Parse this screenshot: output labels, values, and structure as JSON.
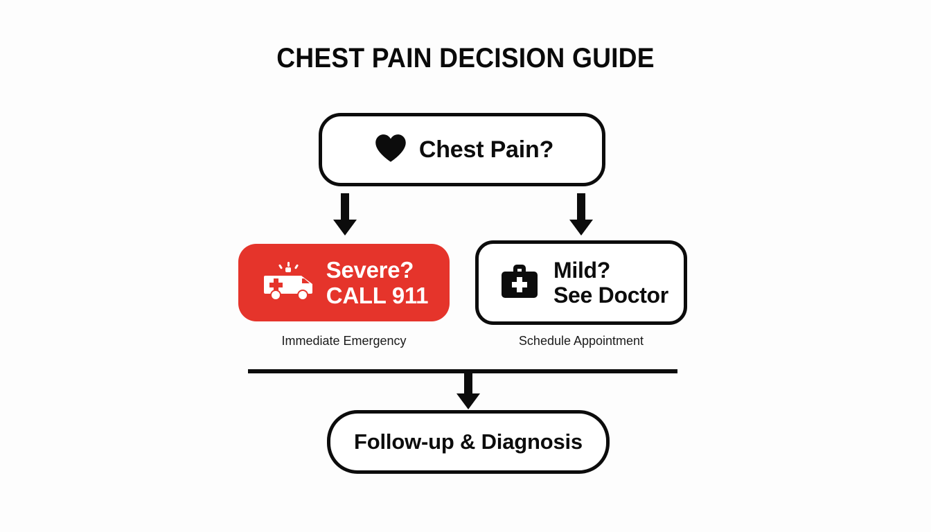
{
  "page": {
    "title": "CHEST PAIN DECISION GUIDE",
    "background_color": "#fdfdfd",
    "accent_color": "#e5342b",
    "ink_color": "#0c0c0c"
  },
  "nodes": {
    "start": {
      "id": "chest-pain",
      "label": "Chest Pain?",
      "icon": "heart-icon",
      "style": "outline",
      "text_color": "#0c0c0c",
      "border_color": "#0c0c0c"
    },
    "severe": {
      "id": "severe-call-911",
      "line1": "Severe?",
      "line2": "CALL 911",
      "icon": "ambulance-icon",
      "style": "filled",
      "fill_color": "#e5342b",
      "text_color": "#ffffff",
      "caption": "Immediate Emergency"
    },
    "mild": {
      "id": "mild-see-doctor",
      "line1": "Mild?",
      "line2": "See Doctor",
      "icon": "medical-bag-icon",
      "style": "outline",
      "text_color": "#0c0c0c",
      "border_color": "#0c0c0c",
      "caption": "Schedule Appointment"
    },
    "followup": {
      "id": "follow-up-diagnosis",
      "label": "Follow-up & Diagnosis",
      "style": "outline",
      "text_color": "#0c0c0c",
      "border_color": "#0c0c0c"
    }
  },
  "connectors": [
    {
      "name": "arrow-start-to-severe",
      "from": "chest-pain",
      "to": "severe-call-911",
      "direction": "down"
    },
    {
      "name": "arrow-start-to-mild",
      "from": "chest-pain",
      "to": "mild-see-doctor",
      "direction": "down"
    },
    {
      "name": "merge-divider",
      "from": "severe-call-911,mild-see-doctor",
      "to": "follow-up-diagnosis",
      "direction": "horizontal"
    },
    {
      "name": "arrow-merge-to-followup",
      "from": "merge-divider",
      "to": "follow-up-diagnosis",
      "direction": "down"
    }
  ]
}
